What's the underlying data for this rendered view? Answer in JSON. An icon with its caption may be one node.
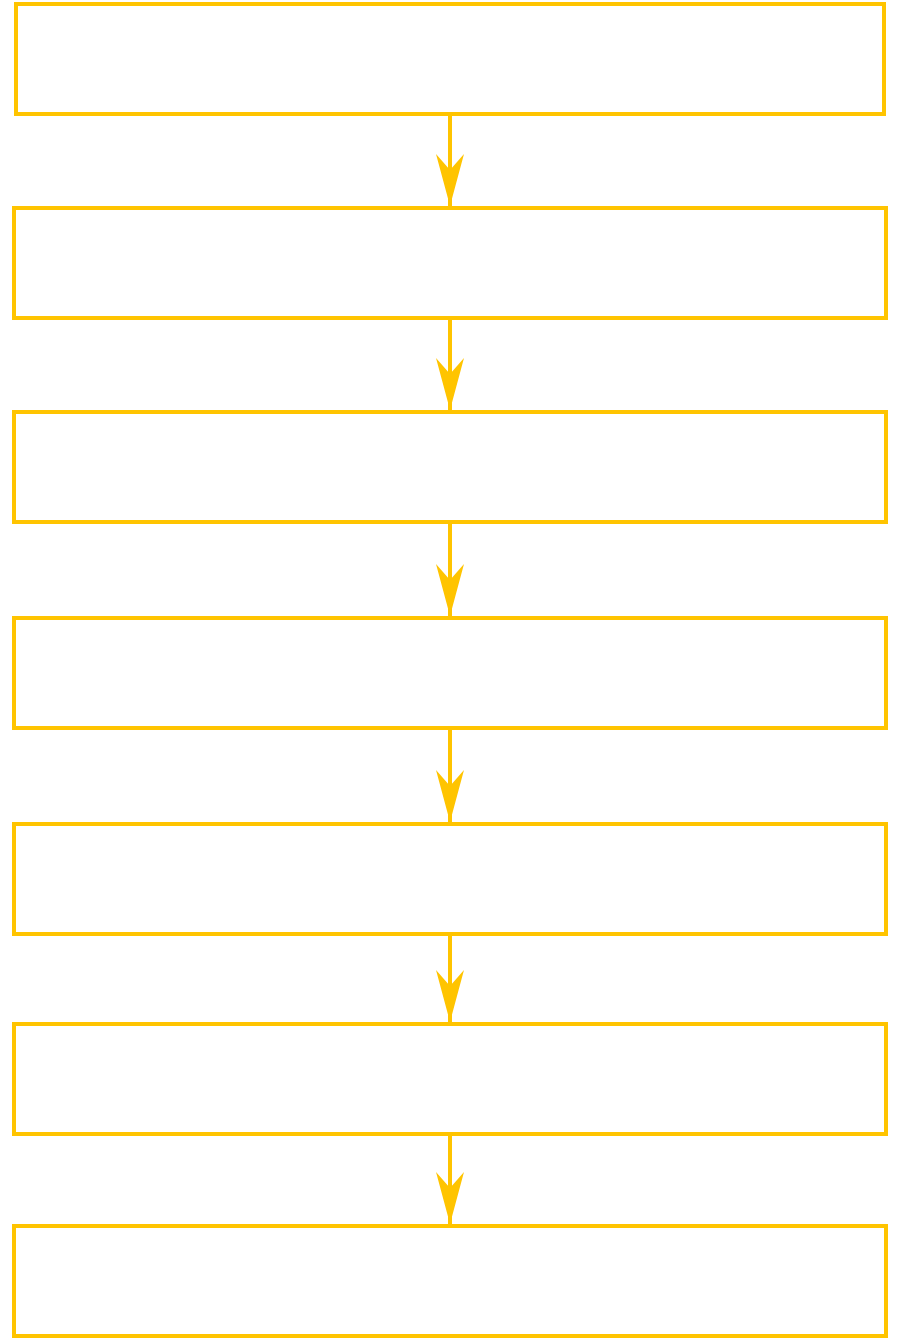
{
  "diagram": {
    "nodes": [
      {
        "text": [],
        "shape": "box"
      },
      {
        "text": [],
        "shape": "box"
      },
      {
        "text": [],
        "shape": "box"
      },
      {
        "text": [],
        "shape": "box"
      },
      {
        "text": [],
        "shape": "box"
      },
      {
        "text": [],
        "shape": "box"
      },
      {
        "text": [],
        "shape": "box"
      }
    ],
    "edges": [
      {
        "from": 0,
        "to": 1,
        "arrow": "to"
      },
      {
        "from": 1,
        "to": 2,
        "arrow": "to"
      },
      {
        "from": 2,
        "to": 3,
        "arrow": "to"
      },
      {
        "from": 3,
        "to": 4,
        "arrow": "to"
      },
      {
        "from": 4,
        "to": 5,
        "arrow": "to"
      },
      {
        "from": 5,
        "to": 6,
        "arrow": "to"
      }
    ]
  }
}
